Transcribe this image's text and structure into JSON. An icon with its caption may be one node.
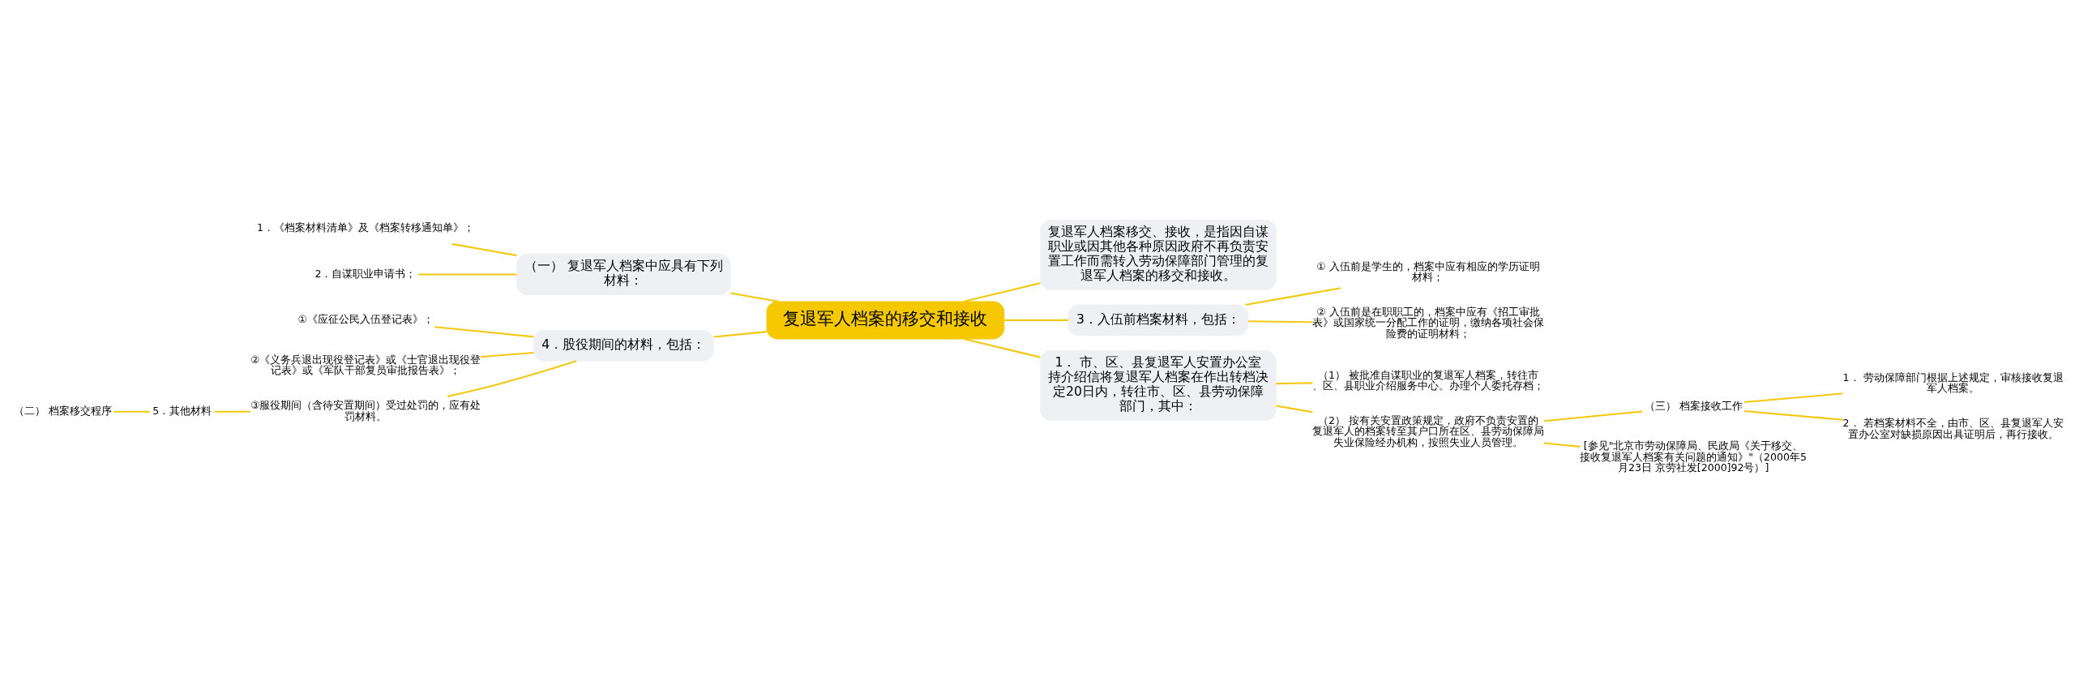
{
  "diagram": {
    "nodes": [
      {
        "text": [
          "复退军人档案的移交和接收"
        ]
      },
      {
        "text": [
          "（一） 复退军人档案中应具有下列材料："
        ]
      },
      {
        "text": [
          "1．《档案材料清单》及《档案转移通知单》；"
        ]
      },
      {
        "text": [
          "2．自谋职业申请书；"
        ]
      },
      {
        "text": [
          "4．股役期间的材料，包括："
        ]
      },
      {
        "text": [
          "①《应征公民入伍登记表》；"
        ]
      },
      {
        "text": [
          "②《义务兵退出现役登记表》或《士官退出现役登记表》或《军队干部复员审批报告表》；"
        ]
      },
      {
        "text": [
          "③服役期间（含待安置期间）受过处罚的，应有处罚材料。"
        ]
      },
      {
        "text": [
          "5．其他材料"
        ]
      },
      {
        "text": [
          "（二） 档案移交程序"
        ]
      },
      {
        "text": [
          "复退军人档案移交、接收，是指因自谋职业或因其他各种原因政府不再负责安置工作而需转入劳动保障部门管理的复退军人档案的移交和接收。"
        ]
      },
      {
        "text": [
          "3．入伍前档案材料，包括："
        ]
      },
      {
        "text": [
          "① 入伍前是学生的，档案中应有相应的学历证明材料；"
        ]
      },
      {
        "text": [
          "② 入伍前是在职职工的，档案中应有《招工审批表》或国家统一分配工作的证明，缴纳各项社会保险费的证明材料；"
        ]
      },
      {
        "text": [
          "1． 市、区、县复退军人安置办公室持介绍信将复退军人档案在作出转档决定20日内，转往市、区、县劳动保障部门，其中："
        ]
      },
      {
        "text": [
          "（1） 被批准自谋职业的复退军人档案，转往市、区、县职业介绍服务中心。办理个人委托存档；"
        ]
      },
      {
        "text": [
          "（2） 按有关安置政策规定，政府不负责安置的复退军人的档案转至其户口所在区、县劳动保障局失业保险经办机构，按照失业人员管理。"
        ]
      },
      {
        "text": [
          "（三） 档案接收工作"
        ]
      },
      {
        "text": [
          "1． 劳动保障部门根据上述规定，审核接收复退军人档案。"
        ]
      },
      {
        "text": [
          "2． 若档案材料不全，由市、区、县复退军人安置办公室对缺损原因出具证明后，再行接收。"
        ]
      },
      {
        "text": [
          "[参见\"北京市劳动保障局、民政局《关于移交、接收复退军人档案有关问题的通知》\"（2000年5月23日 京劳社发[2000]92号）]"
        ]
      }
    ],
    "edges": [
      {
        "from": 1,
        "to": 0,
        "arrow": "none"
      },
      {
        "from": 2,
        "to": 1,
        "arrow": "none"
      },
      {
        "from": 3,
        "to": 1,
        "arrow": "none"
      },
      {
        "from": 4,
        "to": 0,
        "arrow": "none"
      },
      {
        "from": 5,
        "to": 4,
        "arrow": "none"
      },
      {
        "from": 6,
        "to": 4,
        "arrow": "none"
      },
      {
        "from": 7,
        "to": 4,
        "arrow": "none"
      },
      {
        "from": 8,
        "to": 7,
        "arrow": "none"
      },
      {
        "from": 9,
        "to": 8,
        "arrow": "none"
      },
      {
        "from": 0,
        "to": 10,
        "arrow": "none"
      },
      {
        "from": 0,
        "to": 11,
        "arrow": "none"
      },
      {
        "from": 11,
        "to": 12,
        "arrow": "none"
      },
      {
        "from": 11,
        "to": 13,
        "arrow": "none"
      },
      {
        "from": 0,
        "to": 14,
        "arrow": "none"
      },
      {
        "from": 14,
        "to": 15,
        "arrow": "none"
      },
      {
        "from": 14,
        "to": 16,
        "arrow": "none"
      },
      {
        "from": 16,
        "to": 17,
        "arrow": "none"
      },
      {
        "from": 17,
        "to": 18,
        "arrow": "none"
      },
      {
        "from": 17,
        "to": 19,
        "arrow": "none"
      },
      {
        "from": 16,
        "to": 20,
        "arrow": "none"
      }
    ]
  }
}
